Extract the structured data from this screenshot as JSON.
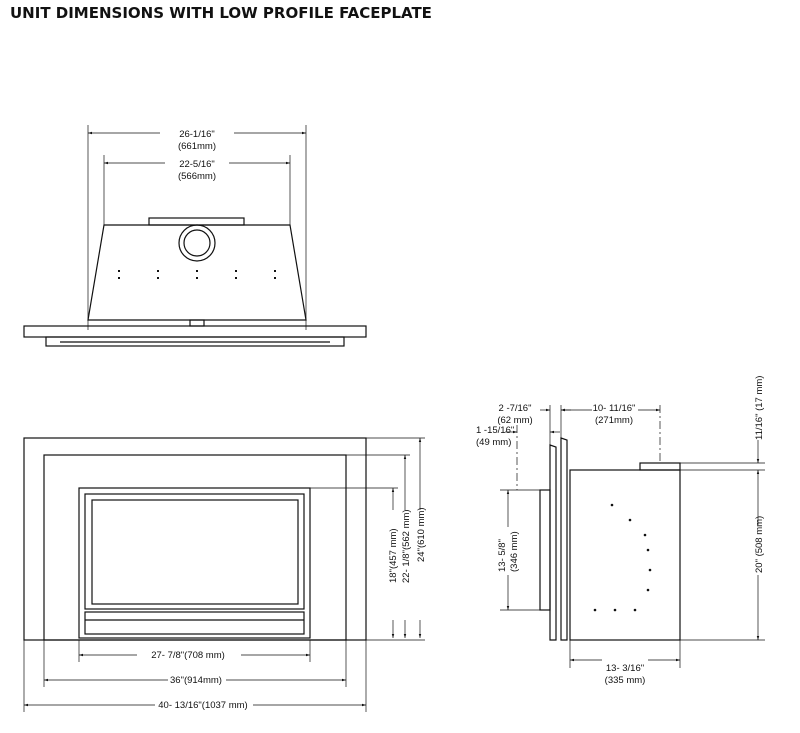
{
  "title": "UNIT DIMENSIONS WITH LOW PROFILE FACEPLATE",
  "top_view": {
    "outer_width": "26-1/16\"",
    "outer_width_mm": "(661mm)",
    "inner_width": "22-5/16\"",
    "inner_width_mm": "(566mm)"
  },
  "front_view": {
    "firebox_width": "27- 7/8\"(708 mm)",
    "inner_width": "36\"(914mm)",
    "overall_width": "40- 13/16\"(1037 mm)",
    "height_18": "18\"(457 mm)",
    "height_22": "22- 1/8\"(562 mm)",
    "height_24": "24\"(610 mm)"
  },
  "side_view": {
    "d1": "1 -15/16\"",
    "d1_mm": "(49 mm)",
    "d2": "2 -7/16\"",
    "d2_mm": "(62 mm)",
    "d3": "10- 11/16\"",
    "d3_mm": "(271mm)",
    "collar": "11/16\" (17 mm)",
    "height_13": "13- 5/8\"",
    "height_13_mm": "(346 mm)",
    "height_20": "20\" (508 mm)",
    "depth": "13- 3/16\"",
    "depth_mm": "(335 mm)"
  }
}
